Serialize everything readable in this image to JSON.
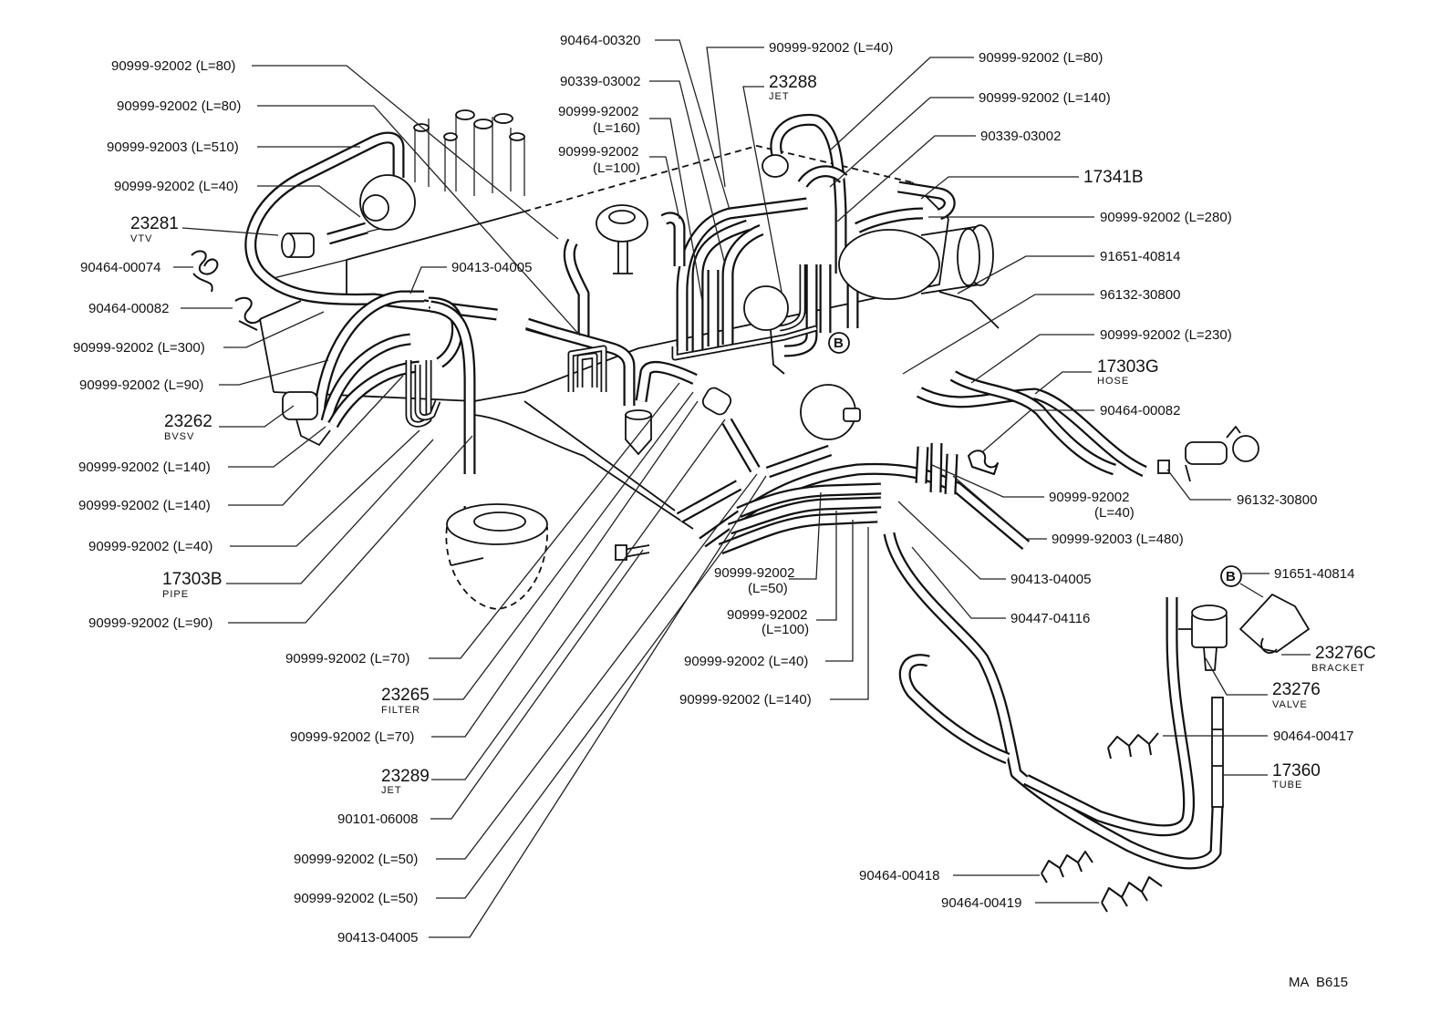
{
  "diagram": {
    "code": "MA  B615"
  },
  "markers": {
    "b_upper": "B",
    "b_lower": "B"
  },
  "callouts": [
    {
      "part": "90999-92002 (L=80)"
    },
    {
      "part": "90999-92002 (L=80)"
    },
    {
      "part": "90999-92003 (L=510)"
    },
    {
      "part": "90999-92002 (L=40)"
    },
    {
      "part": "23281",
      "name": "VTV"
    },
    {
      "part": "90464-00074"
    },
    {
      "part": "90464-00082"
    },
    {
      "part": "90999-92002 (L=300)"
    },
    {
      "part": "90999-92002 (L=90)"
    },
    {
      "part": "23262",
      "name": "BVSV"
    },
    {
      "part": "90999-92002 (L=140)"
    },
    {
      "part": "90999-92002 (L=140)"
    },
    {
      "part": "90999-92002 (L=40)"
    },
    {
      "part": "17303B",
      "name": "PIPE"
    },
    {
      "part": "90999-92002 (L=90)"
    },
    {
      "part": "90999-92002 (L=70)"
    },
    {
      "part": "23265",
      "name": "FILTER"
    },
    {
      "part": "90999-92002 (L=70)"
    },
    {
      "part": "23289",
      "name": "JET"
    },
    {
      "part": "90101-06008"
    },
    {
      "part": "90999-92002 (L=50)"
    },
    {
      "part": "90999-92002 (L=50)"
    },
    {
      "part": "90413-04005"
    },
    {
      "part": "90464-00320"
    },
    {
      "part": "90999-92002 (L=40)"
    },
    {
      "part": "90339-03002"
    },
    {
      "part": "23288",
      "name": "JET"
    },
    {
      "part": "90999-92002",
      "spec": "(L=160)"
    },
    {
      "part": "90999-92002",
      "spec": "(L=100)"
    },
    {
      "part": "90999-92002 (L=80)"
    },
    {
      "part": "90999-92002 (L=140)"
    },
    {
      "part": "90339-03002"
    },
    {
      "part": "17341B"
    },
    {
      "part": "90999-92002 (L=280)"
    },
    {
      "part": "91651-40814"
    },
    {
      "part": "96132-30800"
    },
    {
      "part": "90999-92002 (L=230)"
    },
    {
      "part": "17303G",
      "name": "HOSE"
    },
    {
      "part": "90464-00082"
    },
    {
      "part": "90999-92002",
      "spec": "(L=40)"
    },
    {
      "part": "96132-30800"
    },
    {
      "part": "90999-92003 (L=480)"
    },
    {
      "part": "90413-04005"
    },
    {
      "part": "91651-40814"
    },
    {
      "part": "90447-04116"
    },
    {
      "part": "90999-92002",
      "spec": "(L=50)"
    },
    {
      "part": "90999-92002",
      "spec": "(L=100)"
    },
    {
      "part": "90999-92002 (L=40)"
    },
    {
      "part": "90999-92002 (L=140)"
    },
    {
      "part": "23276C",
      "name": "BRACKET"
    },
    {
      "part": "23276",
      "name": "VALVE"
    },
    {
      "part": "90464-00417"
    },
    {
      "part": "17360",
      "name": "TUBE"
    },
    {
      "part": "90464-00418"
    },
    {
      "part": "90464-00419"
    },
    {
      "part": "90413-04005"
    }
  ]
}
